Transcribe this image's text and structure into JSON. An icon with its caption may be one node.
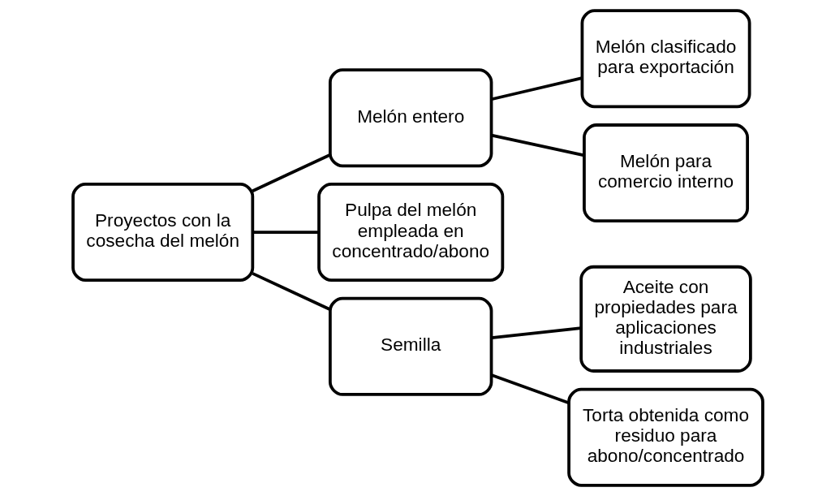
{
  "diagram": {
    "nodes": [
      {
        "text": [
          "Proyectos con la cosecha del melón"
        ]
      },
      {
        "text": [
          "Melón entero"
        ]
      },
      {
        "text": [
          "Pulpa del melón empleada en concentrado/abono"
        ]
      },
      {
        "text": [
          "Semilla"
        ]
      },
      {
        "text": [
          "Melón clasificado para exportación"
        ]
      },
      {
        "text": [
          "Melón para comercio interno"
        ]
      },
      {
        "text": [
          "Aceite con propiedades para aplicaciones industriales"
        ]
      },
      {
        "text": [
          "Torta obtenida como residuo para abono/concentrado"
        ]
      }
    ],
    "edges": [
      {
        "from": 0,
        "to": 1,
        "arrow": "none"
      },
      {
        "from": 0,
        "to": 2,
        "arrow": "none"
      },
      {
        "from": 0,
        "to": 3,
        "arrow": "none"
      },
      {
        "from": 1,
        "to": 4,
        "arrow": "none"
      },
      {
        "from": 1,
        "to": 5,
        "arrow": "none"
      },
      {
        "from": 3,
        "to": 6,
        "arrow": "none"
      },
      {
        "from": 3,
        "to": 7,
        "arrow": "none"
      }
    ]
  }
}
